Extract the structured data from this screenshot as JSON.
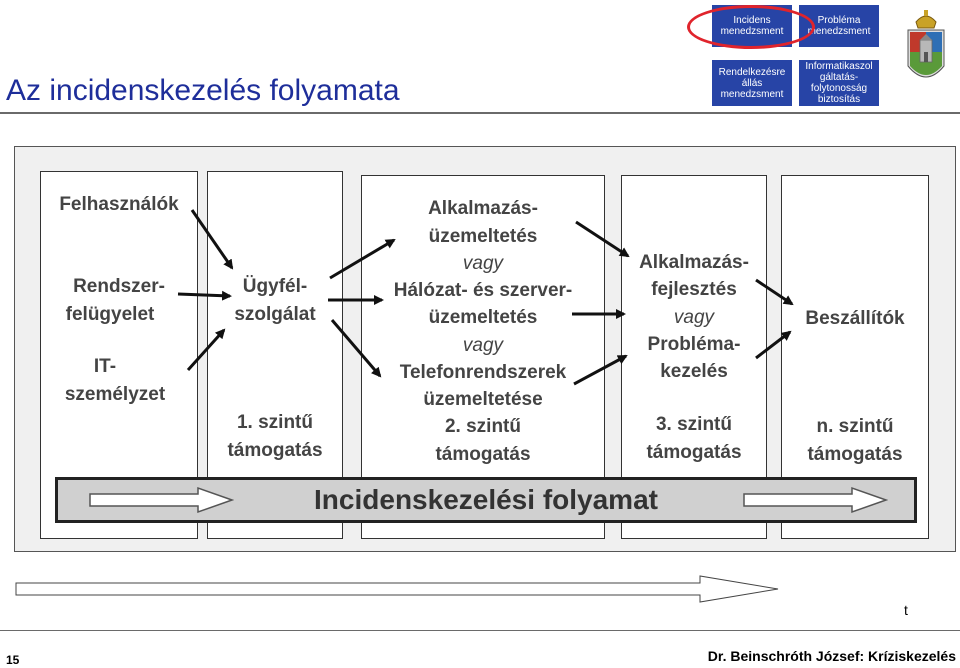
{
  "header": {
    "title": "Az incidenskezelés folyamata",
    "nav": [
      {
        "lines": [
          "Incidens",
          "menedzsment"
        ],
        "highlighted": true
      },
      {
        "lines": [
          "Probléma",
          "menedzsment"
        ],
        "highlighted": false
      },
      {
        "lines": [
          "Rendelkezésre",
          "állás",
          "menedzsment"
        ],
        "highlighted": false
      },
      {
        "lines": [
          "Informatikaszol",
          "gáltatás-",
          "folytonosság",
          "biztosítás"
        ],
        "highlighted": false
      }
    ],
    "nav_color": "#2744a6",
    "highlight_color": "#e0242c"
  },
  "diagram": {
    "col1": {
      "l1": "Felhasználók",
      "l2a": "Rendszer-",
      "l2b": "felügyelet",
      "l3a": "IT-",
      "l3b": "személyzet"
    },
    "col2": {
      "mid_a": "Ügyfél-",
      "mid_b": "szolgálat",
      "level_a": "1. szintű",
      "level_b": "támogatás"
    },
    "col3": {
      "l1": "Alkalmazás-",
      "l2": "üzemeltetés",
      "or1": "vagy",
      "l3": "Hálózat- és szerver-",
      "l4": "üzemeltetés",
      "or2": "vagy",
      "l5": "Telefonrendszerek",
      "l6": "üzemeltetése",
      "level_a": "2. szintű",
      "level_b": "támogatás"
    },
    "col4": {
      "l1": "Alkalmazás-",
      "l2": "fejlesztés",
      "or1": "vagy",
      "l3": "Probléma-",
      "l4": "kezelés",
      "level_a": "3. szintű",
      "level_b": "támogatás"
    },
    "col5": {
      "mid": "Beszállítók",
      "level_a": "n. szintű",
      "level_b": "támogatás"
    },
    "process_bar": "Incidenskezelési folyamat"
  },
  "timeline": {
    "label": "t"
  },
  "footer": {
    "page": "15",
    "author": "Dr. Beinschróth József: Kríziskezelés"
  }
}
